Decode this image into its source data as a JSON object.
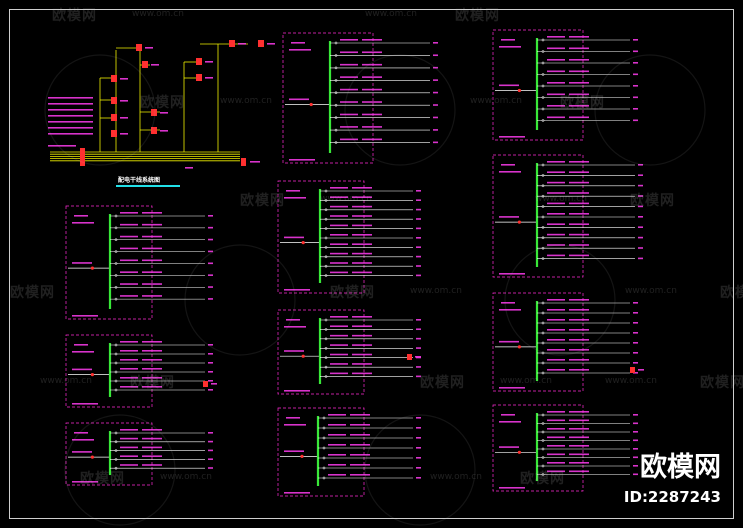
{
  "watermark": {
    "text": "欧模网",
    "url": "www.om.cn"
  },
  "brand": {
    "name": "欧模网",
    "id": "ID:2287243"
  },
  "diagram": {
    "title": "配电干线系统图"
  },
  "colors": {
    "panel": "#ff2bd6",
    "bus": "#38e838",
    "feeder": "#f0f000",
    "circuit": "#ffffff",
    "breaker": "#ff3030",
    "label": "#ff3cf0"
  }
}
